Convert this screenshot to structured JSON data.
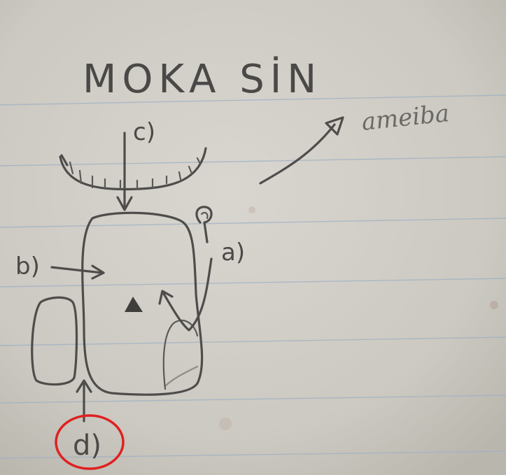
{
  "title": "MOKA SİN",
  "side_note": "ameiba",
  "labels": {
    "a": "a)",
    "b": "b)",
    "c": "c)",
    "d": "d)"
  },
  "colors": {
    "paper": "#cfcdc6",
    "ink": "#4e4d4b",
    "rule_lines": "#9fb0c4",
    "highlight_circle": "#e02020"
  }
}
